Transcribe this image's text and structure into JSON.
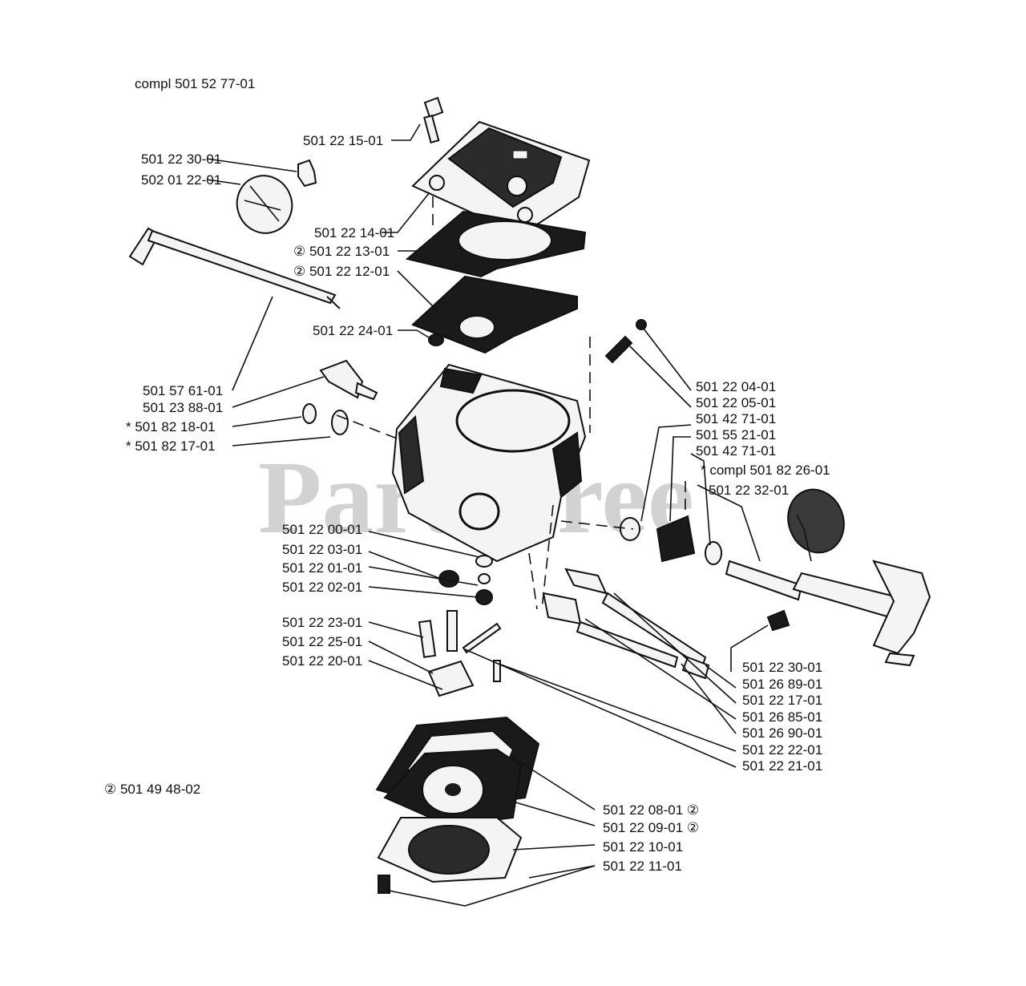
{
  "watermark": "PartsTree",
  "assembly_label": "compl 501 52 77-01",
  "kit_label": "② 501 49 48-02",
  "labels": {
    "l01": "501 22 15-01",
    "l02": "501 22 30-01",
    "l03": "502 01 22-01",
    "l04": "501 22 14-01",
    "l05": "② 501 22 13-01",
    "l06": "② 501 22 12-01",
    "l07": "501 22 24-01",
    "l08": "501 57 61-01",
    "l09": "501 23 88-01",
    "l10": "*  501 82 18-01",
    "l11": "*  501 82 17-01",
    "l12": "501 22 04-01",
    "l13": "501 22 05-01",
    "l14": "501 42 71-01",
    "l15": "501 55 21-01",
    "l16": "501 42 71-01",
    "l17": "*  compl 501 82 26-01",
    "l18": "501 22 32-01",
    "l19": "501 22 00-01",
    "l20": "501 22 03-01",
    "l21": "501 22 01-01",
    "l22": "501 22 02-01",
    "l23": "501 22 23-01",
    "l24": "501 22 25-01",
    "l25": "501 22 20-01",
    "l26": "501 22 30-01",
    "l27": "501 26 89-01",
    "l28": "501 22 17-01",
    "l29": "501 26 85-01",
    "l30": "501 26 90-01",
    "l31": "501 22 22-01",
    "l32": "501 22 21-01",
    "l33": "501 22 08-01 ②",
    "l34": "501 22 09-01 ②",
    "l35": "501 22 10-01",
    "l36": "501 22 11-01"
  }
}
